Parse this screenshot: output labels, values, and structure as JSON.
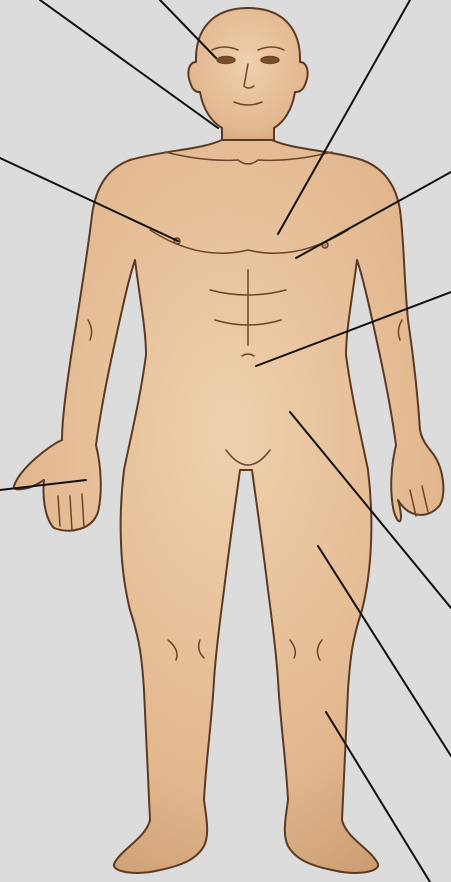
{
  "diagram": {
    "subject": "human-body-anterior-view",
    "background_color": "#dcdcdc",
    "skin_color": "#e8c09a",
    "outline_color": "#5a3a22",
    "leader_line_color": "#111111",
    "labels_visible": false,
    "leaders": [
      {
        "name": "leader-eye",
        "target": "eye"
      },
      {
        "name": "leader-neck",
        "target": "neck"
      },
      {
        "name": "leader-sternum",
        "target": "sternum"
      },
      {
        "name": "leader-right-nipple",
        "target": "nipple"
      },
      {
        "name": "leader-left-chest",
        "target": "chest"
      },
      {
        "name": "leader-navel",
        "target": "navel"
      },
      {
        "name": "leader-palm",
        "target": "palm"
      },
      {
        "name": "leader-groin",
        "target": "groin"
      },
      {
        "name": "leader-thigh",
        "target": "thigh"
      },
      {
        "name": "leader-shin",
        "target": "shin"
      }
    ]
  }
}
